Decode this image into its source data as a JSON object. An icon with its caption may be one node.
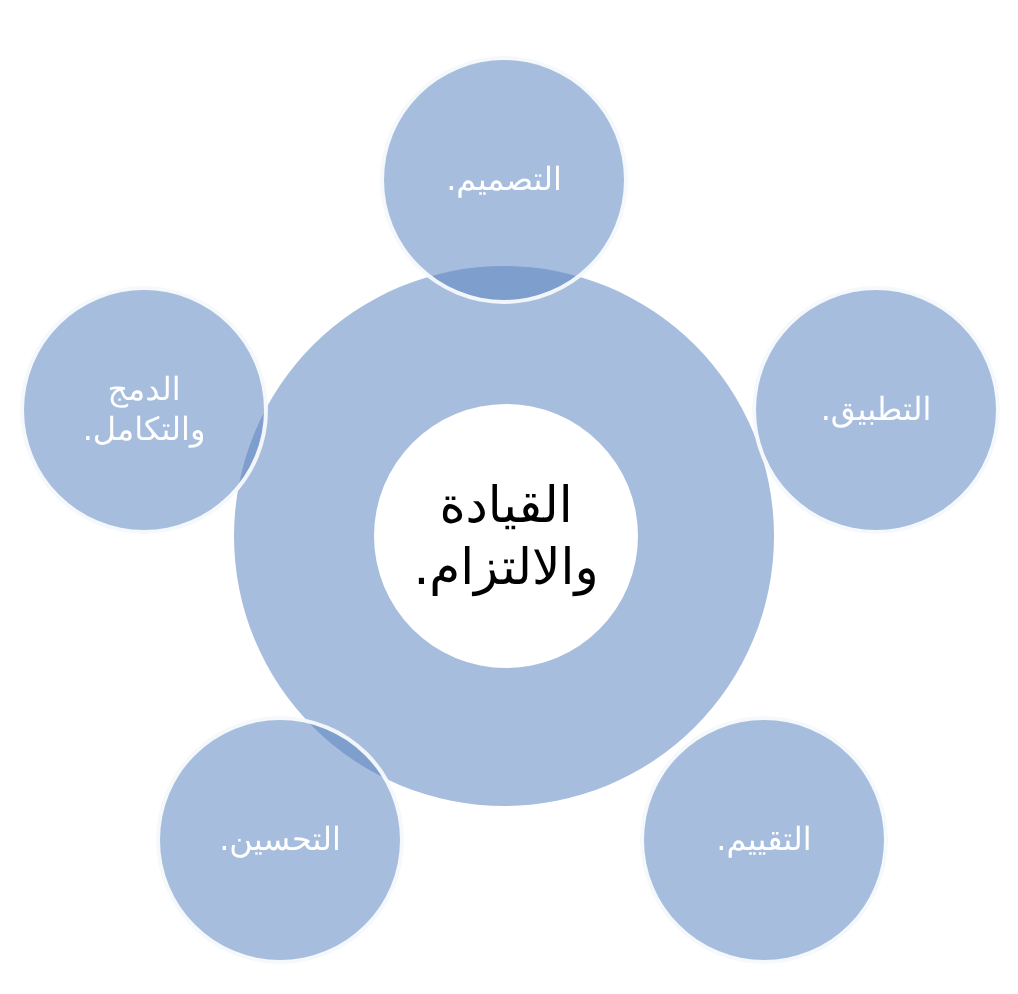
{
  "diagram": {
    "nodes": [
      {
        "text": [],
        "shape": "circle"
      },
      {
        "text": [
          "القيادة والالتزام."
        ],
        "in": 0
      },
      {
        "text": [
          "التصميم."
        ]
      },
      {
        "text": [
          "التطبيق."
        ]
      },
      {
        "text": [
          "التقييم."
        ]
      },
      {
        "text": [
          "التحسين."
        ]
      },
      {
        "text": [
          "الدمج والتكامل."
        ]
      }
    ]
  }
}
